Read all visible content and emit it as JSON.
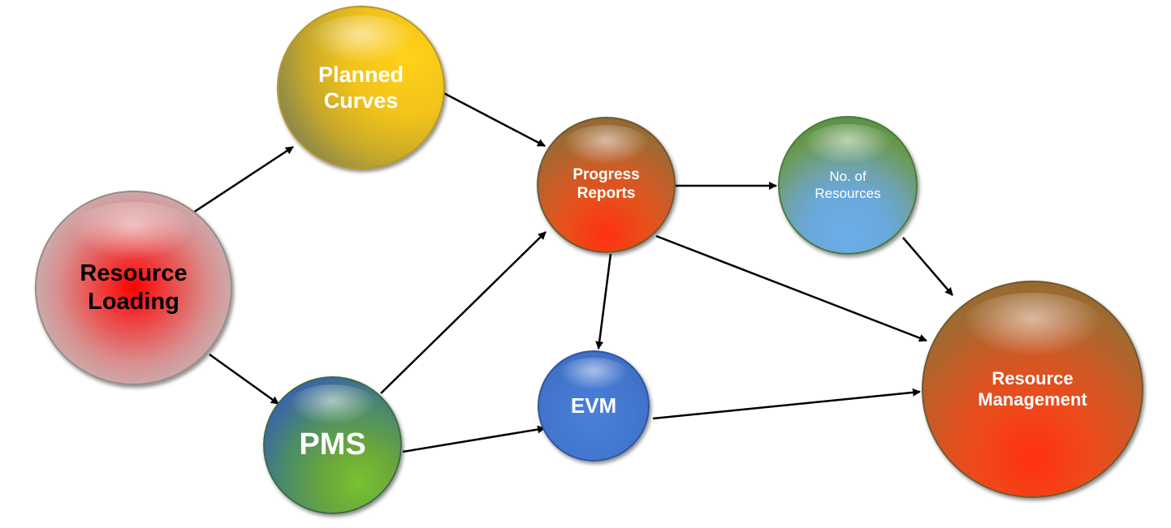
{
  "nodes": {
    "resource_loading": "Resource\nLoading",
    "planned_curves": "Planned\nCurves",
    "pms": "PMS",
    "progress_reports": "Progress\nReports",
    "no_of_resources": "No. of\nResources",
    "evm": "EVM",
    "resource_management": "Resource\nManagement"
  },
  "edges": [
    {
      "from": "Resource Loading",
      "to": "Planned Curves"
    },
    {
      "from": "Resource Loading",
      "to": "PMS"
    },
    {
      "from": "Planned Curves",
      "to": "Progress Reports"
    },
    {
      "from": "PMS",
      "to": "Progress Reports"
    },
    {
      "from": "PMS",
      "to": "EVM"
    },
    {
      "from": "Progress Reports",
      "to": "No. of Resources"
    },
    {
      "from": "Progress Reports",
      "to": "EVM"
    },
    {
      "from": "Progress Reports",
      "to": "Resource Management"
    },
    {
      "from": "No. of Resources",
      "to": "Resource Management"
    },
    {
      "from": "EVM",
      "to": "Resource Management"
    }
  ],
  "colors": {
    "resource_loading": "#ff0000",
    "planned_curves": "#ffc000",
    "pms": "#4472c4",
    "progress_reports": "#c55a11",
    "no_of_resources": "#70ad47",
    "evm": "#4472c4",
    "resource_management": "#c55a11",
    "arrow": "#000000"
  }
}
